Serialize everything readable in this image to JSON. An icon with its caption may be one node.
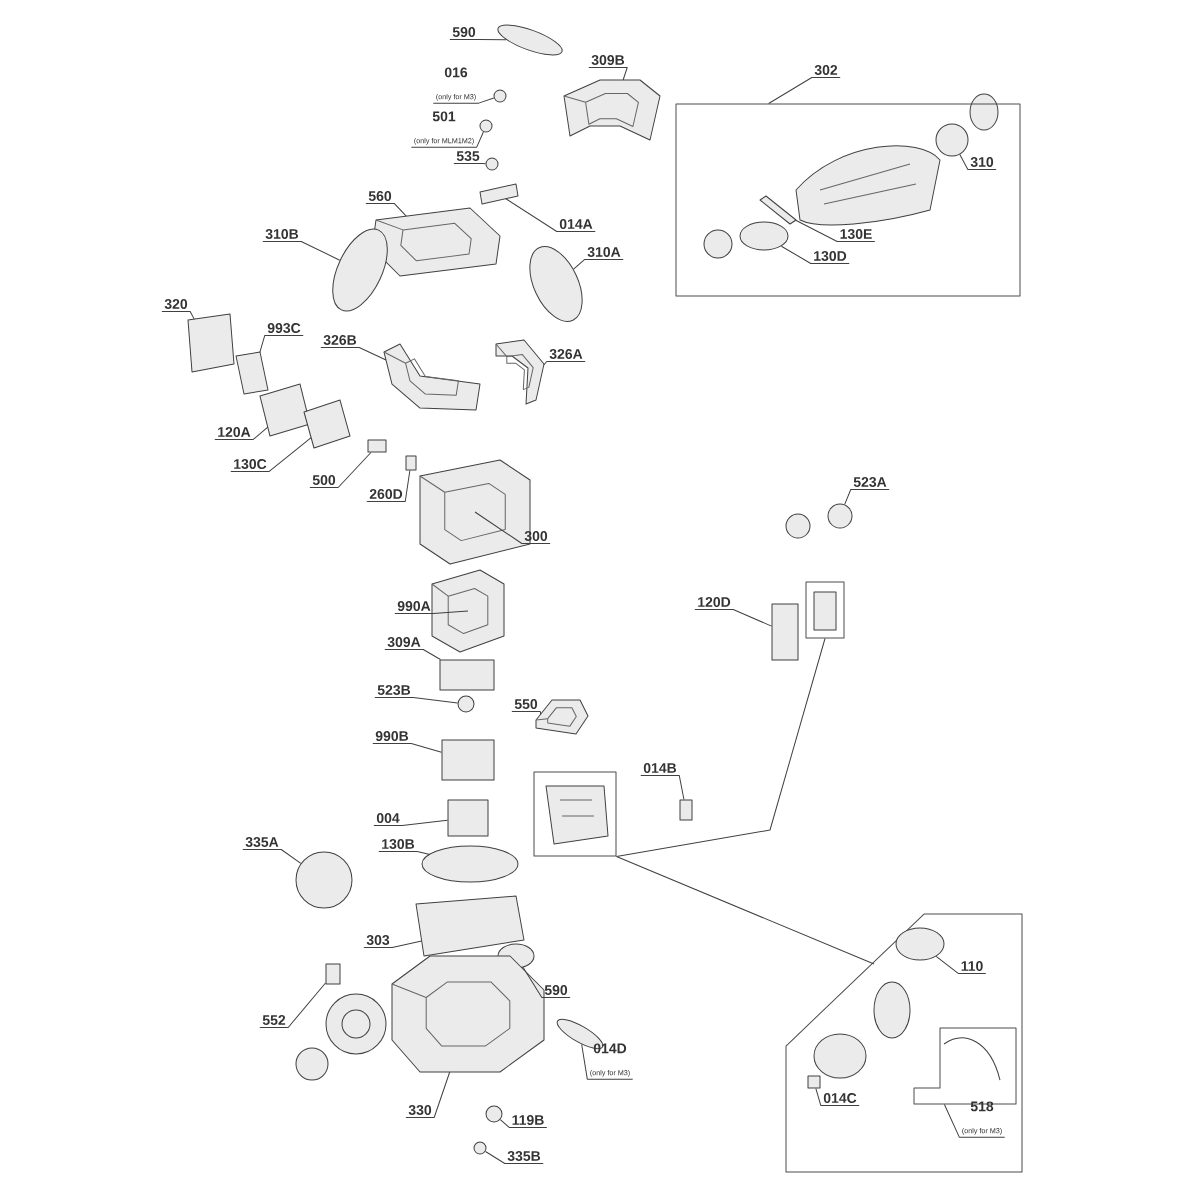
{
  "diagram": {
    "nodes": [
      {
        "text": [
          "590"
        ]
      },
      {
        "text": [
          "016",
          "(only for M3)"
        ]
      },
      {
        "text": [
          "501",
          "(only for MLM1M2)"
        ]
      },
      {
        "text": [
          "535"
        ]
      },
      {
        "text": [
          "560"
        ]
      },
      {
        "text": [
          "309B"
        ]
      },
      {
        "text": [
          "014A"
        ]
      },
      {
        "text": [
          "310B"
        ]
      },
      {
        "text": [
          "310A"
        ]
      },
      {
        "text": [
          "320"
        ]
      },
      {
        "text": [
          "993C"
        ]
      },
      {
        "text": [
          "326B"
        ]
      },
      {
        "text": [
          "326A"
        ]
      },
      {
        "text": [
          "120A"
        ]
      },
      {
        "text": [
          "130C"
        ]
      },
      {
        "text": [
          "500"
        ]
      },
      {
        "text": [
          "260D"
        ]
      },
      {
        "text": [
          "300"
        ]
      },
      {
        "text": [],
        "shape": "box"
      },
      {
        "text": [
          "302"
        ]
      },
      {
        "text": [
          "310"
        ],
        "in": 18
      },
      {
        "text": [
          "130E"
        ],
        "in": 18
      },
      {
        "text": [
          "130D"
        ],
        "in": 18
      },
      {
        "text": [
          "523A"
        ]
      },
      {
        "text": [
          "120D"
        ]
      },
      {
        "text": [],
        "shape": "box"
      },
      {
        "text": [
          "990A"
        ]
      },
      {
        "text": [
          "309A"
        ]
      },
      {
        "text": [
          "523B"
        ]
      },
      {
        "text": [
          "550"
        ]
      },
      {
        "text": [
          "014B"
        ]
      },
      {
        "text": [
          "990B"
        ]
      },
      {
        "text": [],
        "shape": "box"
      },
      {
        "text": [
          "004"
        ]
      },
      {
        "text": [
          "335A"
        ]
      },
      {
        "text": [
          "130B"
        ]
      },
      {
        "text": [
          "303"
        ]
      },
      {
        "text": [
          "590"
        ]
      },
      {
        "text": [
          "552"
        ]
      },
      {
        "text": [
          "014D",
          "(only for M3)"
        ]
      },
      {
        "text": [
          "330"
        ]
      },
      {
        "text": [
          "119B"
        ]
      },
      {
        "text": [
          "335B"
        ]
      },
      {
        "text": [],
        "shape": "box"
      },
      {
        "text": [
          "110"
        ],
        "in": 43
      },
      {
        "text": [
          "014C"
        ],
        "in": 43
      },
      {
        "text": [],
        "shape": "box",
        "in": 43
      },
      {
        "text": [
          "518",
          "(only for M3)"
        ],
        "in": 43
      },
      {
        "text": [],
        "shape": "ellipse"
      },
      {
        "text": [],
        "shape": "circle"
      },
      {
        "text": [],
        "shape": "circle"
      },
      {
        "text": [],
        "shape": "circle"
      },
      {
        "text": [],
        "shape": "picture"
      },
      {
        "text": [],
        "shape": "picture"
      },
      {
        "text": [],
        "shape": "box"
      },
      {
        "text": [],
        "shape": "ellipse"
      },
      {
        "text": [],
        "shape": "ellipse"
      },
      {
        "text": [],
        "shape": "box"
      },
      {
        "text": [],
        "shape": "box"
      },
      {
        "text": [],
        "shape": "picture"
      },
      {
        "text": [],
        "shape": "picture"
      },
      {
        "text": [],
        "shape": "box"
      },
      {
        "text": [],
        "shape": "box"
      },
      {
        "text": [],
        "shape": "box"
      },
      {
        "text": [],
        "shape": "box"
      },
      {
        "text": [],
        "shape": "picture"
      },
      {
        "text": [],
        "shape": "circle",
        "in": 18
      },
      {
        "text": [],
        "shape": "box",
        "in": 18
      },
      {
        "text": [],
        "shape": "ellipse",
        "in": 18
      },
      {
        "text": [],
        "shape": "circle"
      },
      {
        "text": [],
        "shape": "box"
      },
      {
        "text": [],
        "shape": "picture"
      },
      {
        "text": [],
        "shape": "box"
      },
      {
        "text": [],
        "shape": "circle"
      },
      {
        "text": [],
        "shape": "picture"
      },
      {
        "text": [],
        "shape": "box"
      },
      {
        "text": [],
        "shape": "box"
      },
      {
        "text": [],
        "shape": "box"
      },
      {
        "text": [],
        "shape": "circle"
      },
      {
        "text": [],
        "shape": "ellipse"
      },
      {
        "text": [],
        "shape": "box"
      },
      {
        "text": [],
        "shape": "ellipse"
      },
      {
        "text": [],
        "shape": "box"
      },
      {
        "text": [],
        "shape": "ellipse"
      },
      {
        "text": [],
        "shape": "picture"
      },
      {
        "text": [],
        "shape": "circle"
      },
      {
        "text": [],
        "shape": "circle"
      },
      {
        "text": [],
        "shape": "ellipse",
        "in": 43
      },
      {
        "text": [],
        "shape": "box",
        "in": 43
      }
    ],
    "edges": [
      {
        "from": 0,
        "to": 48,
        "arrow": "none"
      },
      {
        "from": 1,
        "to": 49,
        "arrow": "none"
      },
      {
        "from": 2,
        "to": 50,
        "arrow": "none"
      },
      {
        "from": 3,
        "to": 51,
        "arrow": "none"
      },
      {
        "from": 4,
        "to": 52,
        "arrow": "none"
      },
      {
        "from": 5,
        "to": 53,
        "arrow": "none"
      },
      {
        "from": 6,
        "to": 54,
        "arrow": "none"
      },
      {
        "from": 7,
        "to": 55,
        "arrow": "none"
      },
      {
        "from": 8,
        "to": 56,
        "arrow": "none"
      },
      {
        "from": 9,
        "to": 57,
        "arrow": "none"
      },
      {
        "from": 10,
        "to": 58,
        "arrow": "none"
      },
      {
        "from": 11,
        "to": 59,
        "arrow": "none"
      },
      {
        "from": 12,
        "to": 60,
        "arrow": "none"
      },
      {
        "from": 13,
        "to": 61,
        "arrow": "none"
      },
      {
        "from": 14,
        "to": 62,
        "arrow": "none"
      },
      {
        "from": 15,
        "to": 63,
        "arrow": "none"
      },
      {
        "from": 16,
        "to": 64,
        "arrow": "none"
      },
      {
        "from": 17,
        "to": 65,
        "arrow": "none"
      },
      {
        "from": 19,
        "to": 18,
        "arrow": "none"
      },
      {
        "from": 20,
        "to": 66,
        "arrow": "none"
      },
      {
        "from": 21,
        "to": 67,
        "arrow": "none"
      },
      {
        "from": 22,
        "to": 68,
        "arrow": "none"
      },
      {
        "from": 23,
        "to": 69,
        "arrow": "none"
      },
      {
        "from": 24,
        "to": 70,
        "arrow": "none"
      },
      {
        "from": 26,
        "to": 71,
        "arrow": "none"
      },
      {
        "from": 27,
        "to": 72,
        "arrow": "none"
      },
      {
        "from": 28,
        "to": 73,
        "arrow": "none"
      },
      {
        "from": 29,
        "to": 74,
        "arrow": "none"
      },
      {
        "from": 30,
        "to": 75,
        "arrow": "none"
      },
      {
        "from": 31,
        "to": 76,
        "arrow": "none"
      },
      {
        "from": 33,
        "to": 77,
        "arrow": "none"
      },
      {
        "from": 34,
        "to": 78,
        "arrow": "none"
      },
      {
        "from": 35,
        "to": 79,
        "arrow": "none"
      },
      {
        "from": 36,
        "to": 80,
        "arrow": "none"
      },
      {
        "from": 37,
        "to": 81,
        "arrow": "none"
      },
      {
        "from": 38,
        "to": 82,
        "arrow": "none"
      },
      {
        "from": 39,
        "to": 83,
        "arrow": "none"
      },
      {
        "from": 40,
        "to": 84,
        "arrow": "none"
      },
      {
        "from": 41,
        "to": 85,
        "arrow": "none"
      },
      {
        "from": 42,
        "to": 86,
        "arrow": "none"
      },
      {
        "from": 44,
        "to": 87,
        "arrow": "none"
      },
      {
        "from": 45,
        "to": 88,
        "arrow": "none"
      },
      {
        "from": 47,
        "to": 46,
        "arrow": "none"
      },
      {
        "from": 25,
        "to": 32,
        "arrow": "none"
      },
      {
        "from": 32,
        "to": 43,
        "arrow": "none"
      }
    ]
  }
}
